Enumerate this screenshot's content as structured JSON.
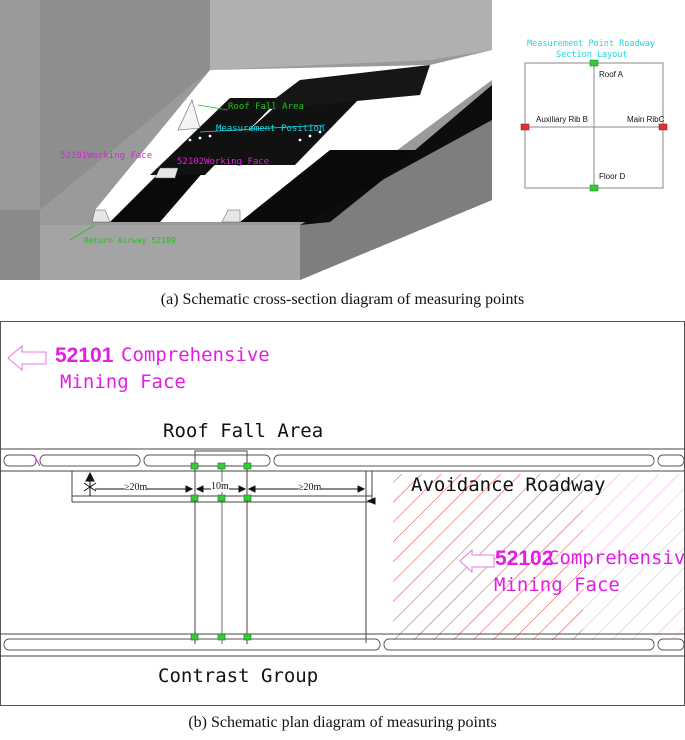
{
  "panel_a": {
    "caption": "(a) Schematic cross-section diagram of measuring points",
    "labels": {
      "roof_fall_area": "Roof Fall Area",
      "measurement_position": "Measurement Position",
      "working_face_52101": "52101Working Face",
      "working_face_52102": "52102Working Face",
      "return_airway": "Return Airway 52109"
    },
    "section": {
      "title_line1": "Measurement Point Roadway",
      "title_line2": "Section Layout",
      "roof": "Roof A",
      "auxiliary_rib": "Auxiliary Rib B",
      "main_rib": "Main RibC",
      "floor": "Floor D"
    }
  },
  "panel_b": {
    "caption": "(b) Schematic plan diagram of measuring points",
    "face_52101_num": "52101",
    "face_52101_text": "Comprehensive",
    "face_52101_line2": "Mining Face",
    "roof_fall_area": "Roof Fall Area",
    "dim_left": "≥20m",
    "dim_mid": "10m",
    "dim_right": "≥20m",
    "avoidance_roadway": "Avoidance Roadway",
    "face_52102_num": "52102",
    "face_52102_text": "Comprehensive",
    "face_52102_line2": "Mining Face",
    "contrast_group": "Contrast Group"
  },
  "colors": {
    "magenta": "#e11ee1",
    "cyan": "#19d8e6",
    "green": "#20c020",
    "marker_green": "#33cc33",
    "marker_red": "#e03030",
    "hatch_red": "#e04040",
    "hatch_pink": "#f0a8e8",
    "block_gray": "#a9a9a9",
    "dark_gray": "#737373"
  }
}
